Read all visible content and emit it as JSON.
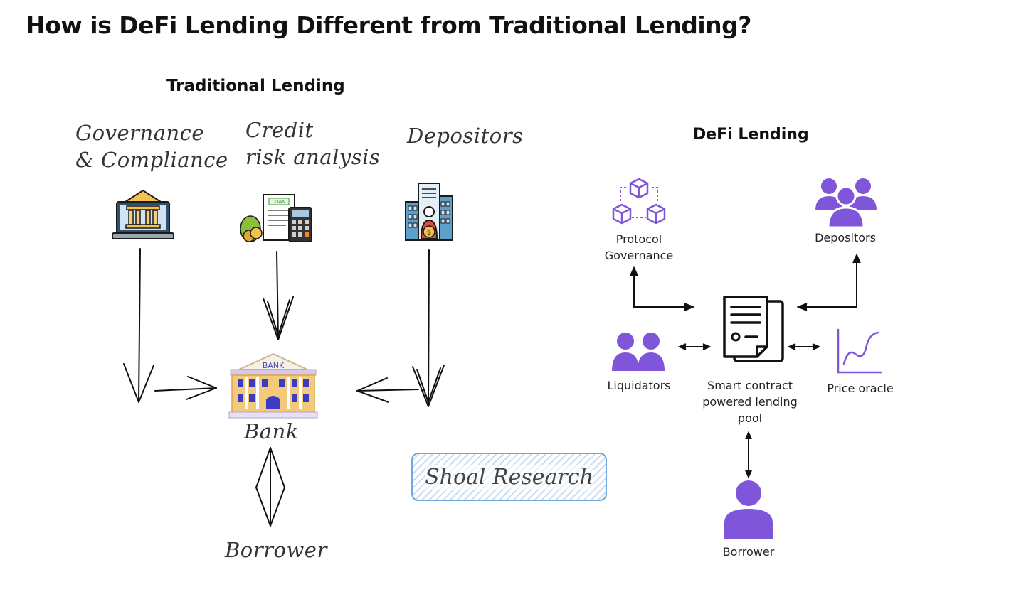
{
  "title": "How is DeFi Lending Different from Traditional Lending?",
  "traditional": {
    "heading": "Traditional Lending",
    "governance_line1": "Governance",
    "governance_line2": "& Compliance",
    "credit_line1": "Credit",
    "credit_line2": "risk analysis",
    "depositors": "Depositors",
    "bank_sign": "BANK",
    "bank": "Bank",
    "borrower": "Borrower",
    "loan_doc_text": "LOAN"
  },
  "defi": {
    "heading": "DeFi Lending",
    "protocol_line1": "Protocol",
    "protocol_line2": "Governance",
    "depositors": "Depositors",
    "liquidators": "Liquidators",
    "pool_line1": "Smart contract",
    "pool_line2": "powered lending",
    "pool_line3": "pool",
    "price_oracle": "Price oracle",
    "borrower": "Borrower",
    "icon_color": "#7f56d9"
  },
  "watermark": "Shoal Research"
}
